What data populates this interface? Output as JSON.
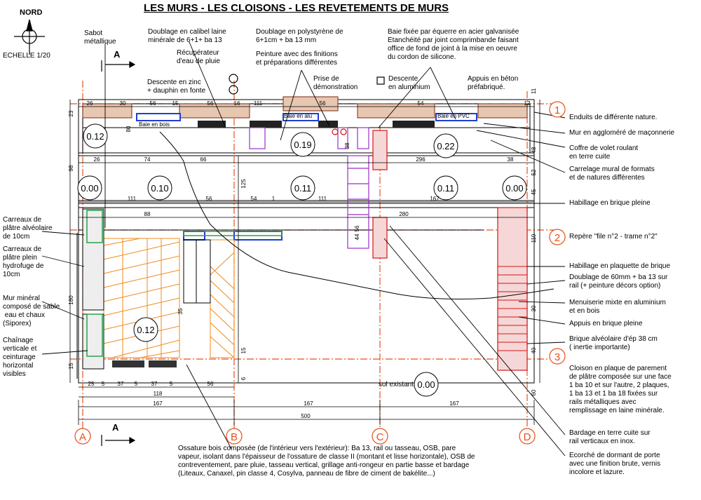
{
  "title": "LES MURS - LES CLOISONS - LES REVETEMENTS DE MURS",
  "north": {
    "label": "NORD",
    "scale": "ECHELLE 1/20"
  },
  "section_marker": "A",
  "grid_labels": [
    "A",
    "B",
    "C",
    "D"
  ],
  "row_markers": [
    "1",
    "2",
    "3"
  ],
  "rooms": [
    "0.12",
    "0.19",
    "0.22",
    "0.00",
    "0.10",
    "0.11",
    "0.11",
    "0.00",
    "0.12",
    "0.00"
  ],
  "sol_label": "sol existant",
  "inline_labels": {
    "baie_bois": "Baie en bois",
    "baie_alu": "Baie en alu",
    "baie_pvc": "Baie en PVC"
  },
  "top_annotations": [
    "Sabot\nmétallique",
    "Doublage en calibel laine\nminérale de 6+1+ ba 13",
    "Doublage en polystyrène de\n6+1cm + ba 13 mm",
    "Baie fixée par équerre en acier galvanisée\nEtanchéité par joint comprimbande faisant\noffice de fond de joint à la mise en oeuvre\ndu cordon de silicone.",
    "Récupérateur\nd'eau de pluie",
    "Peinture avec des finitions\net préparations différentes",
    "Descente en zinc\n+ dauphin en fonte",
    "Prise de\ndémonstration",
    "Descente\nen aluminium",
    "Appuis en béton\npréfabriqué."
  ],
  "right_annotations": [
    "Enduits de différente nature.",
    "Mur en aggloméré de maçonnerie",
    "Coffre de volet roulant\nen terre cuite",
    "Carrelage mural de formats\net de natures différentes",
    "Habillage en brique pleine",
    "Repère \"file n°2 - trame n°2\"",
    "Habillage en plaquette de brique",
    "Doublage de 60mm + ba 13 sur\nrail (+ peinture décors option)",
    "Menuiserie mixte en aluminium\net en bois",
    "Appuis en brique pleine",
    "Brique alvéolaire d'ép 38 cm\n( inertie importante)",
    "Cloison en plaque de parement\nde plâtre composée sur une face\n1 ba 10 et sur l'autre, 2 plaques,\n1 ba 13 et 1 ba 18 fixées sur\nrails métalliques avec\nremplissage en laine minérale.",
    "Bardage en terre cuite sur\nrail verticaux en inox.",
    "Ecorché de dormant de porte\navec une finition brute, vernis\nincolore et lazure."
  ],
  "left_annotations": [
    "Carreaux de\nplâtre alvéolaire\nde 10cm",
    "Carreaux de\nplâtre plein\nhydrofuge de\n10cm",
    "Mur minéral\ncomposé de sable\n eau et chaux\n(Siporex)",
    "Chaînage\nverticale et\nceinturage\nhorizontal\nvisibles"
  ],
  "bottom_annotation": "Ossature bois composée (de l'intérieur vers l'extérieur): Ba 13, rail ou tasseau, OSB, pare\nvapeur, isolant dans l'épaisseur de l'ossature de classe II (montant et lisse horizontale), OSB de\ncontreventement, pare pluie, tasseau vertical, grillage anti-rongeur en partie basse et bardage\n(Liteaux, Canaxel, pin classe 4, Cosylva, panneau de fibre de ciment de bakélite...)",
  "dimensions": {
    "top_row": [
      "26",
      "30",
      "56",
      "15",
      "56",
      "16",
      "111",
      "56",
      "54",
      "12"
    ],
    "row_2": [
      "26",
      "74",
      "66",
      "296",
      "38"
    ],
    "row_3": [
      "111",
      "56",
      "54",
      "1",
      "111",
      "167"
    ],
    "row_4": [
      "88",
      "280"
    ],
    "bottom_row": [
      "25",
      "5",
      "37",
      "5",
      "37",
      "5",
      "56"
    ],
    "bottom_sub": "118",
    "bottom_thirds": [
      "167",
      "167",
      "167"
    ],
    "total": "500",
    "vertical_left": [
      "23",
      "98",
      "180",
      "15"
    ],
    "vertical_mid": [
      "125",
      "15",
      "6"
    ],
    "vertical_right": [
      "48",
      "52",
      "45",
      "110",
      "40",
      "30",
      "60",
      "11"
    ],
    "vertical_misc": [
      "80",
      "38",
      "56",
      "44",
      "35"
    ]
  },
  "colors": {
    "accent": "#e8501a",
    "blue": "#1f3fd1",
    "wood": "#f08a1c",
    "brick": "#d41414",
    "violet": "#9a2fc9",
    "green": "#2aa14a"
  }
}
